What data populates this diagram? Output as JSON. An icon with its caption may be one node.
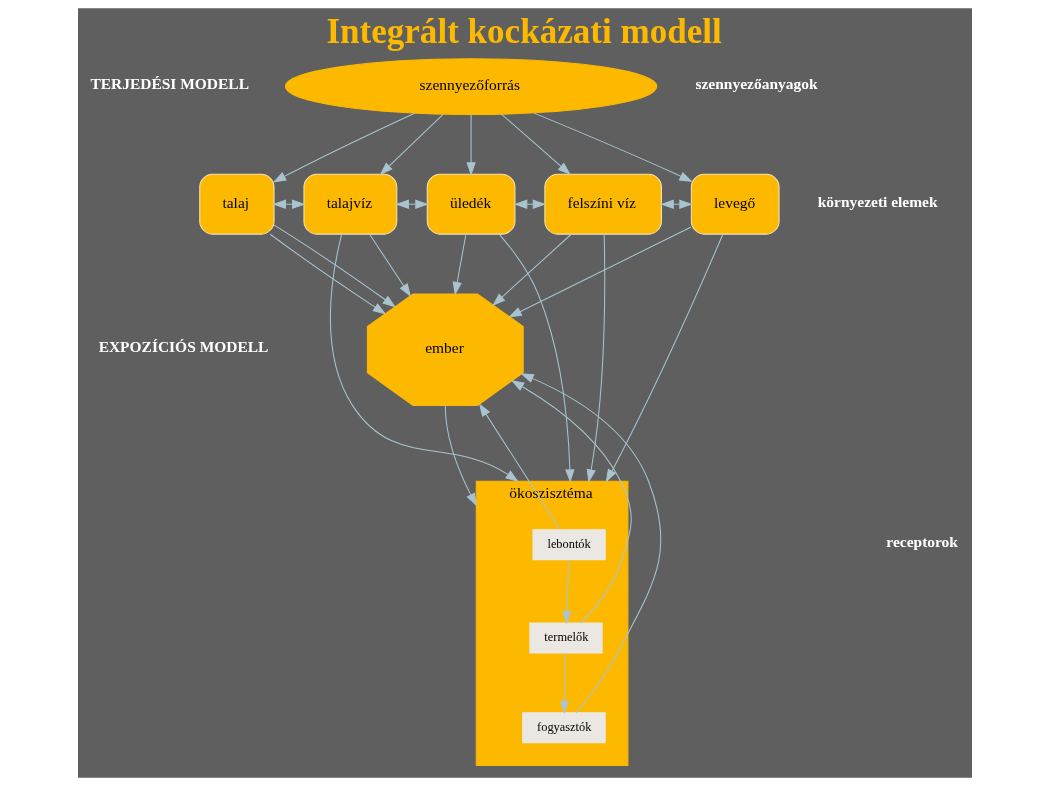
{
  "diagram": {
    "title": "Integrált kockázati modell",
    "nodes": [
      {
        "text": [
          "szennyezőforrás"
        ]
      },
      {
        "text": [
          "talaj"
        ]
      },
      {
        "text": [
          "talajvíz"
        ]
      },
      {
        "text": [
          "üledék"
        ]
      },
      {
        "text": [
          "felszíni víz"
        ]
      },
      {
        "text": [
          "levegő"
        ]
      },
      {
        "text": [
          "ember"
        ]
      },
      {
        "text": [
          "ökoszisztéma"
        ]
      },
      {
        "text": [
          "lebontók"
        ],
        "in": 7
      },
      {
        "text": [
          "termelők"
        ],
        "in": 7
      },
      {
        "text": [
          "fogyasztók"
        ],
        "in": 7
      }
    ],
    "edges": [
      {
        "from": 0,
        "to": 1,
        "arrow": "to"
      },
      {
        "from": 0,
        "to": 2,
        "arrow": "to"
      },
      {
        "from": 0,
        "to": 3,
        "arrow": "to"
      },
      {
        "from": 0,
        "to": 4,
        "arrow": "to"
      },
      {
        "from": 0,
        "to": 5,
        "arrow": "to"
      },
      {
        "from": 1,
        "to": 2,
        "arrow": "both"
      },
      {
        "from": 2,
        "to": 3,
        "arrow": "both"
      },
      {
        "from": 3,
        "to": 4,
        "arrow": "both"
      },
      {
        "from": 4,
        "to": 5,
        "arrow": "both"
      },
      {
        "from": 1,
        "to": 6,
        "arrow": "to"
      },
      {
        "from": 1,
        "to": 6,
        "arrow": "to"
      },
      {
        "from": 2,
        "to": 6,
        "arrow": "to"
      },
      {
        "from": 2,
        "to": 7,
        "arrow": "to"
      },
      {
        "from": 3,
        "to": 6,
        "arrow": "to"
      },
      {
        "from": 3,
        "to": 7,
        "arrow": "to"
      },
      {
        "from": 4,
        "to": 6,
        "arrow": "to"
      },
      {
        "from": 4,
        "to": 7,
        "arrow": "to"
      },
      {
        "from": 5,
        "to": 6,
        "arrow": "to"
      },
      {
        "from": 5,
        "to": 7,
        "arrow": "to"
      },
      {
        "from": 6,
        "to": 7,
        "arrow": "to"
      },
      {
        "from": 8,
        "to": 9,
        "arrow": "to"
      },
      {
        "from": 9,
        "to": 10,
        "arrow": "to"
      },
      {
        "from": 8,
        "to": 6,
        "arrow": "to"
      },
      {
        "from": 9,
        "to": 6,
        "arrow": "to"
      },
      {
        "from": 10,
        "to": 6,
        "arrow": "to"
      }
    ],
    "labels": [
      "TERJEDÉSI MODELL",
      "szennyezőanyagok",
      "környezeti elemek",
      "EXPOZÍCIÓS MODELL",
      "receptorok"
    ]
  }
}
